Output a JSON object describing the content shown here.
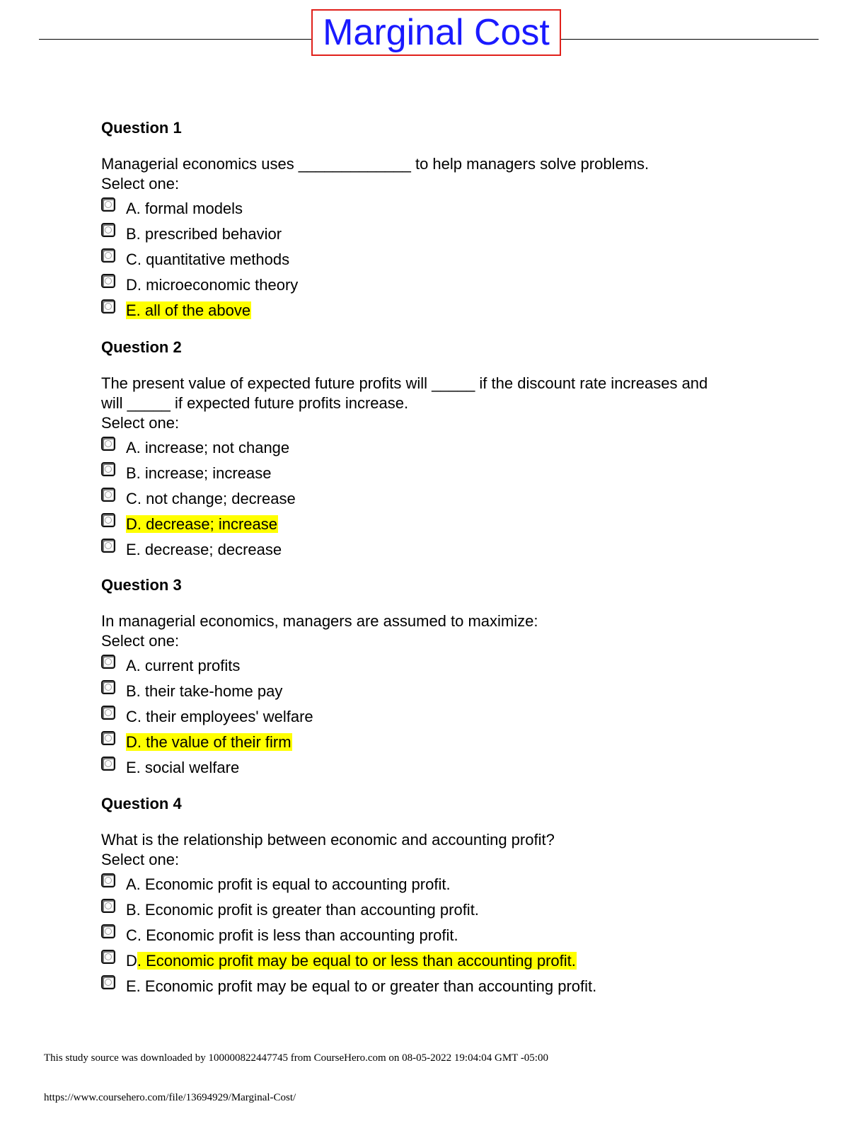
{
  "title": "Marginal Cost",
  "colors": {
    "title_text": "#1a1aff",
    "title_border": "#e0201a",
    "highlight": "#ffff00"
  },
  "select_one": "Select one:",
  "questions": [
    {
      "heading": "Question 1",
      "text_lines": [
        "Managerial economics uses _____________ to help managers solve problems."
      ],
      "options": [
        {
          "pre": "",
          "hl": "",
          "post": "A. formal models"
        },
        {
          "pre": "",
          "hl": "",
          "post": "B. prescribed behavior"
        },
        {
          "pre": "",
          "hl": "",
          "post": "C. quantitative methods"
        },
        {
          "pre": "",
          "hl": "",
          "post": "D. microeconomic theory"
        },
        {
          "pre": "",
          "hl": "E. all of the above",
          "post": ""
        }
      ]
    },
    {
      "heading": "Question 2",
      "text_lines": [
        "The present value of expected future profits will _____ if the discount rate increases and",
        "will _____ if expected future profits increase."
      ],
      "options": [
        {
          "pre": "",
          "hl": "",
          "post": "A. increase; not change"
        },
        {
          "pre": "",
          "hl": "",
          "post": "B. increase; increase"
        },
        {
          "pre": "",
          "hl": "",
          "post": "C. not change; decrease"
        },
        {
          "pre": "",
          "hl": "D. decrease; increase",
          "post": ""
        },
        {
          "pre": "",
          "hl": "",
          "post": "E. decrease; decrease"
        }
      ]
    },
    {
      "heading": "Question 3",
      "text_lines": [
        "In managerial economics, managers are assumed to maximize:"
      ],
      "options": [
        {
          "pre": "",
          "hl": "",
          "post": "A. current profits"
        },
        {
          "pre": "",
          "hl": "",
          "post": "B. their take-home pay"
        },
        {
          "pre": "",
          "hl": "",
          "post": "C. their employees' welfare"
        },
        {
          "pre": "",
          "hl": "D. the value of their firm",
          "post": ""
        },
        {
          "pre": "",
          "hl": "",
          "post": "E. social welfare"
        }
      ]
    },
    {
      "heading": "Question 4",
      "text_lines": [
        "What is the relationship between economic and accounting profit?"
      ],
      "options": [
        {
          "pre": "",
          "hl": "",
          "post": "A. Economic profit is equal to accounting profit."
        },
        {
          "pre": "",
          "hl": "",
          "post": "B. Economic profit is greater than accounting profit."
        },
        {
          "pre": "",
          "hl": "",
          "post": "C. Economic profit is less than accounting profit."
        },
        {
          "pre": "D",
          "hl": ". Economic profit may be equal to or less than accounting profit.",
          "post": ""
        },
        {
          "pre": "",
          "hl": "",
          "post": "E. Economic profit may be equal to or greater than accounting profit."
        }
      ]
    }
  ],
  "footer": {
    "source_line": "This study source was downloaded by 100000822447745 from CourseHero.com on 08-05-2022 19:04:04 GMT -05:00",
    "url": "https://www.coursehero.com/file/13694929/Marginal-Cost/"
  }
}
